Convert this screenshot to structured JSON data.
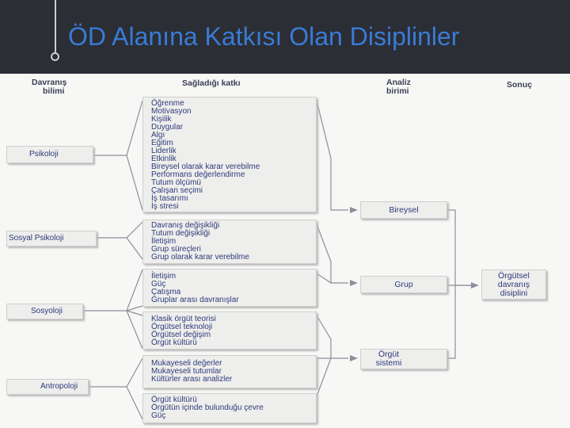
{
  "slide": {
    "title": "ÖD Alanına Katkısı Olan Disiplinler",
    "accent_color": "#3a7bd5",
    "header_bg": "#2b2e35"
  },
  "columns": {
    "behavior_unit": [
      "Davranış",
      "bilimi"
    ],
    "contribution": "Sağladığı katkı",
    "analysis_unit": [
      "Analiz",
      "birimi"
    ],
    "result": "Sonuç"
  },
  "disciplines": [
    "Psikoloji",
    "Sosyal Psikoloji",
    "Sosyoloji",
    "Antropoloji"
  ],
  "contributions": [
    [
      "Öğrenme",
      "Motivasyon",
      "Kişilik",
      "Duygular",
      "Algı",
      "Eğitim",
      "Liderlik",
      "Etkinlik",
      "Bireysel olarak karar verebilme",
      "Performans değerlendirme",
      "Tutum ölçümü",
      "Çalışan seçimi",
      "İş tasarımı",
      "İş stresi"
    ],
    [
      "Davranış değişikliği",
      "Tutum değişikliği",
      "İletişim",
      "Grup süreçleri",
      "Grup olarak karar verebilme"
    ],
    [
      "İletişim",
      "Güç",
      "Çatışma",
      "Gruplar arası davranışlar"
    ],
    [
      "Klasik örgüt teorisi",
      "Örgütsel teknoloji",
      "Örgütsel değişim",
      "Örgüt kültürü"
    ],
    [
      "Mukayeseli değerler",
      "Mukayeseli tutumlar",
      "Kültürler arası analizler"
    ],
    [
      "Örgüt kültürü",
      "Örgütün içinde bulunduğu çevre",
      "Güç"
    ]
  ],
  "analysis_units": [
    [
      "Bireysel"
    ],
    [
      "Grup"
    ],
    [
      "Örgüt",
      "sistemi"
    ]
  ],
  "result": [
    "Örgütsel",
    "davranış",
    "disiplini"
  ]
}
